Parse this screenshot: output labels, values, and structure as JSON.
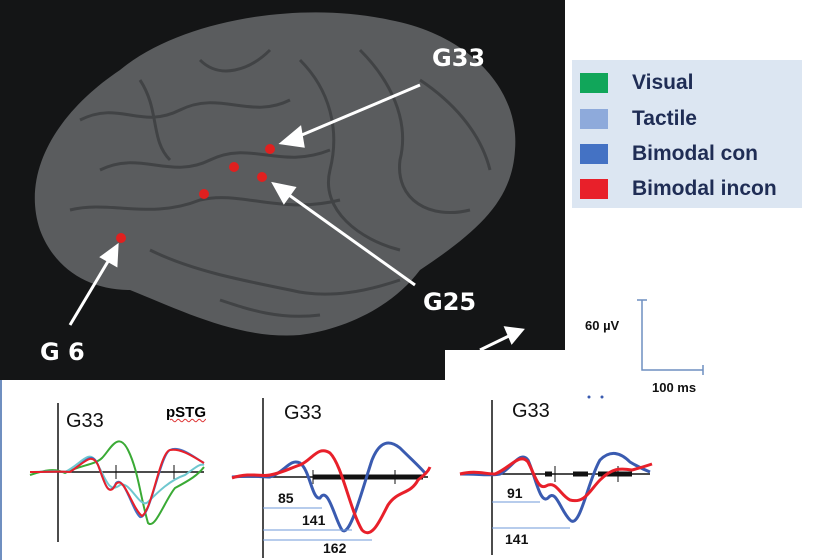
{
  "brain": {
    "labels": {
      "g33": "G33",
      "g25": "G25",
      "g6": "G 6"
    }
  },
  "legend": {
    "items": [
      {
        "label": "Visual",
        "color": "#11a65a"
      },
      {
        "label": "Tactile",
        "color": "#8eaadb"
      },
      {
        "label": "Bimodal con",
        "color": "#4472c4"
      },
      {
        "label": "Bimodal incon",
        "color": "#e8202a"
      }
    ]
  },
  "scale_bar": {
    "amplitude": "60 µV",
    "time": "100 ms"
  },
  "plots": [
    {
      "title": "G33",
      "region": "pSTG"
    },
    {
      "title": "G33",
      "latencies": [
        "85",
        "141",
        "162"
      ]
    },
    {
      "title": "G33",
      "latencies": [
        "91",
        "141"
      ]
    }
  ]
}
